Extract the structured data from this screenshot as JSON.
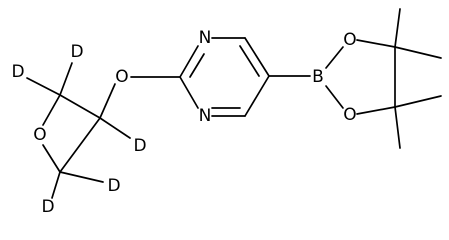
{
  "molecule": {
    "atoms": {
      "n_top": "N",
      "n_bottom": "N",
      "o_ether": "O",
      "o_oxetane": "O",
      "boron": "B",
      "o_boronate_top": "O",
      "o_boronate_bottom": "O",
      "d1": "D",
      "d2": "D",
      "d3": "D",
      "d4": "D",
      "d5": "D"
    }
  },
  "colors": {
    "bond": "#000000",
    "label": "#000000",
    "background": "#ffffff"
  }
}
